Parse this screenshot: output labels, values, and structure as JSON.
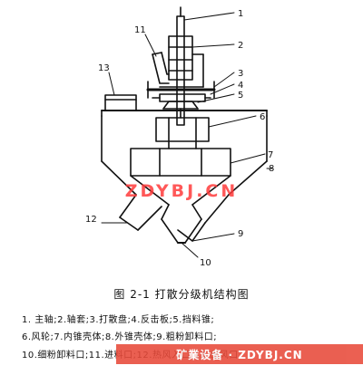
{
  "figure": {
    "caption": "图 2-1 打散分级机结构图",
    "part_numbers": [
      "1",
      "2",
      "3",
      "4",
      "5",
      "6",
      "7",
      "8",
      "9",
      "10",
      "11",
      "12",
      "13"
    ]
  },
  "legend": {
    "line1": "1. 主轴;2.轴套;3.打散盘;4.反击板;5.挡料锥;",
    "line2": "6.风轮;7.内锥壳体;8.外锥壳体;9.粗粉卸料口;",
    "line3": "10.细粉卸料口;11.进料口;12.热风入口;13.出风口"
  },
  "watermarks": {
    "center": "ZDYBJ.CN",
    "banner": "矿業设备 · ZDYBJ.CN"
  },
  "colors": {
    "ink": "#111111",
    "watermark": "#ff3b3b",
    "banner": "#e84a3a"
  }
}
